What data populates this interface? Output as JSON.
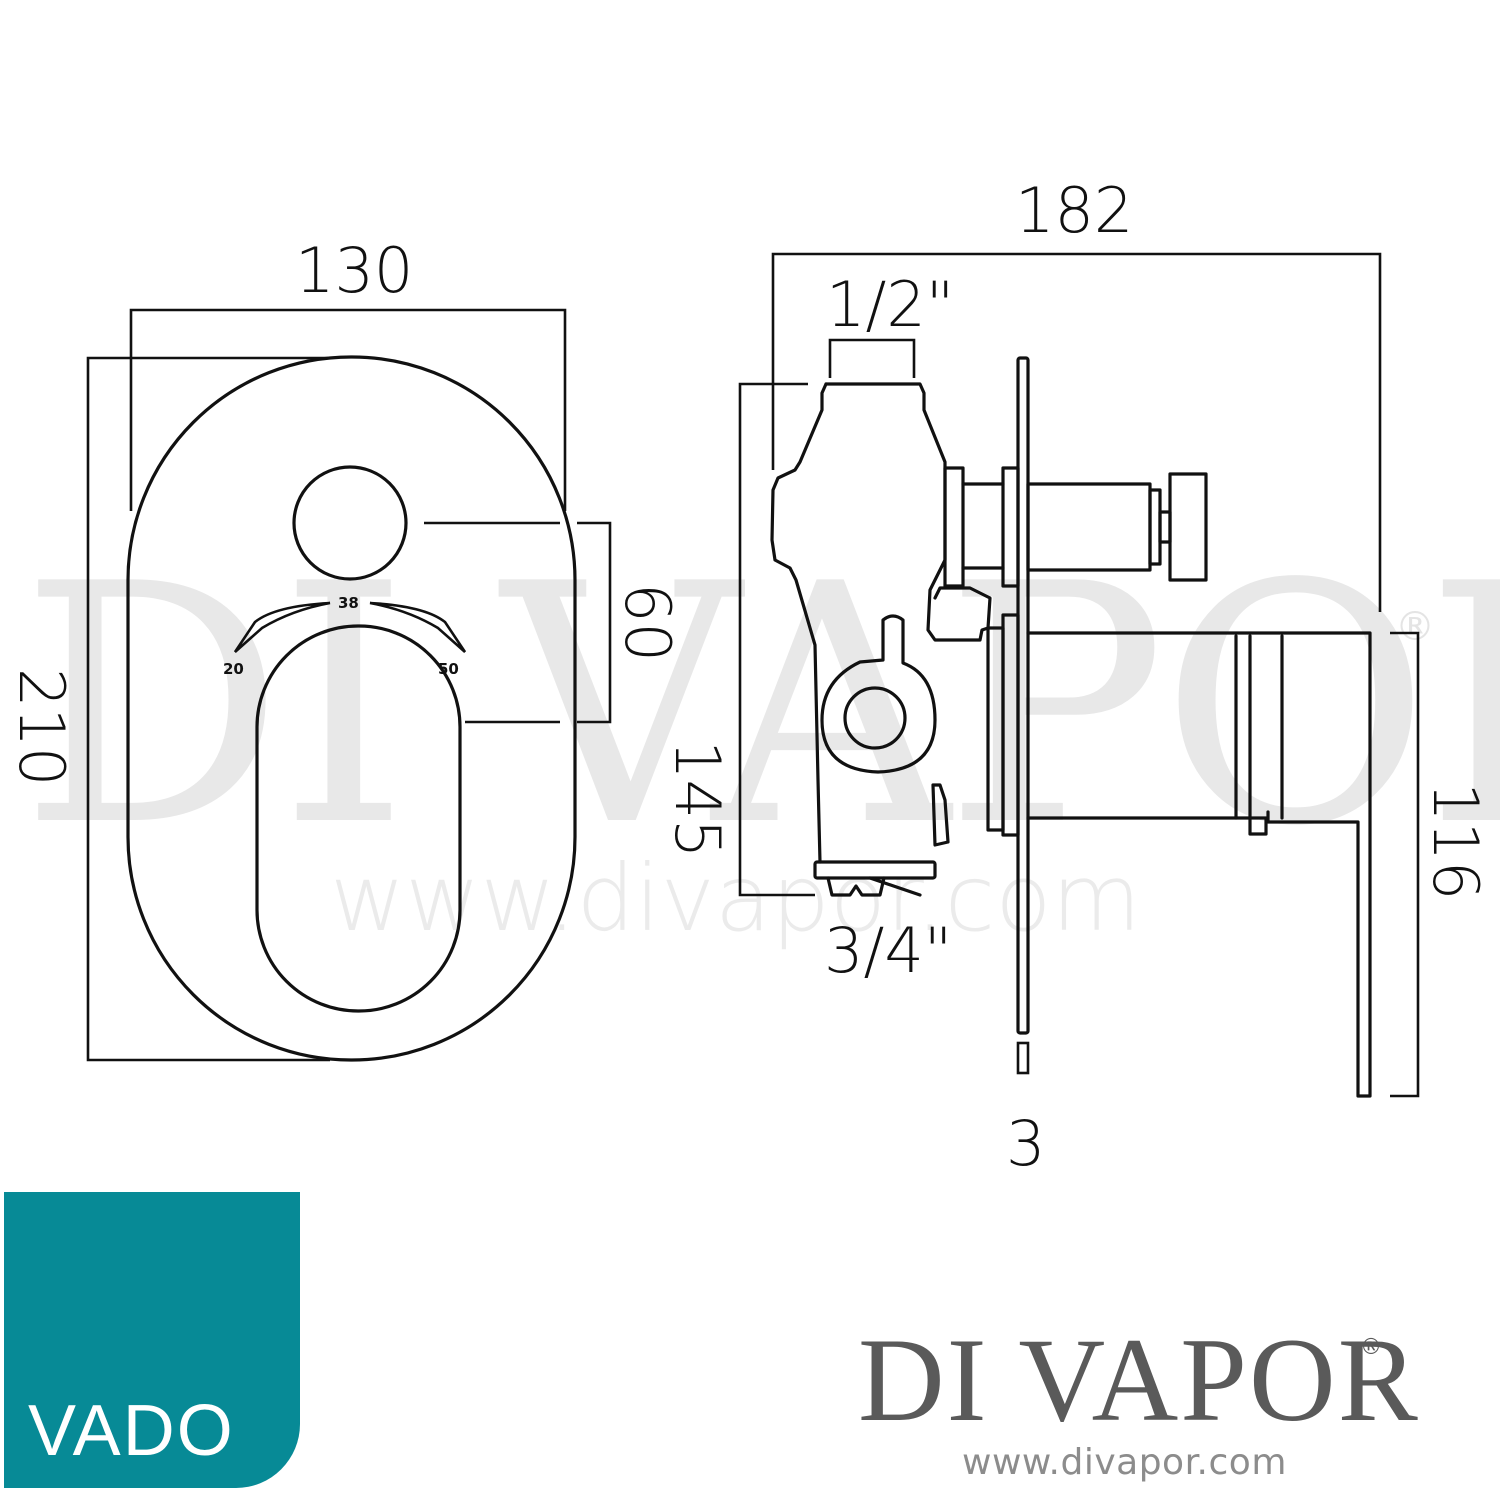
{
  "watermark": {
    "brand": "DI VAPOR",
    "registered": "®",
    "url": "www.divapor.com"
  },
  "front_view": {
    "width_dimension": "130",
    "height_dimension": "210",
    "dial_spacing_dimension": "60",
    "temperature_scale": {
      "min": "20",
      "mid": "38",
      "max": "50"
    }
  },
  "side_view": {
    "overall_depth_dimension": "182",
    "top_inlet_size": "1/2\"",
    "bottom_outlet_size": "3/4\"",
    "body_height_dimension": "145",
    "lever_height_dimension": "116",
    "plate_thickness_dimension": "3"
  },
  "logos": {
    "vado": {
      "label": "VADO",
      "color": "#078a96"
    },
    "divapor": {
      "brand": "DI VAPOR",
      "registered": "®",
      "url": "www.divapor.com",
      "color": "#5a5a5a"
    }
  }
}
